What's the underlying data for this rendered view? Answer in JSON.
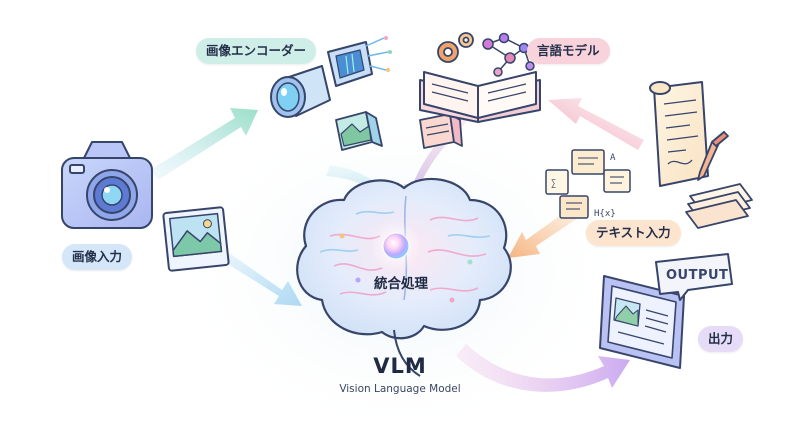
{
  "labels": {
    "image_encoder": "画像エンコーダー",
    "language_model": "言語モデル",
    "image_input": "画像入力",
    "text_input": "テキスト入力",
    "output": "出力",
    "integration": "統合処理",
    "vlm_title": "VLM",
    "vlm_subtitle": "Vision Language Model",
    "output_screen_word": "OUTPUT"
  },
  "colors": {
    "image_encoder_pill": "#cfeee8",
    "language_model_pill": "#f8d3dc",
    "image_input_pill": "#d5e6f8",
    "text_input_pill": "#fde4cf",
    "output_pill": "#e6dcf7",
    "outline": "#37456a"
  },
  "icons": [
    "camera-icon",
    "landscape-photo-icon",
    "lens-icon",
    "chip-icon",
    "image-feature-block-icon",
    "text-feature-block-icon",
    "open-book-icon",
    "gear-icon",
    "neural-network-icon",
    "scroll-icon",
    "pen-icon",
    "paper-stack-icon",
    "formula-cards-icon",
    "brain-icon",
    "glowing-orb-icon",
    "tablet-output-icon",
    "output-speech-bubble-icon"
  ]
}
